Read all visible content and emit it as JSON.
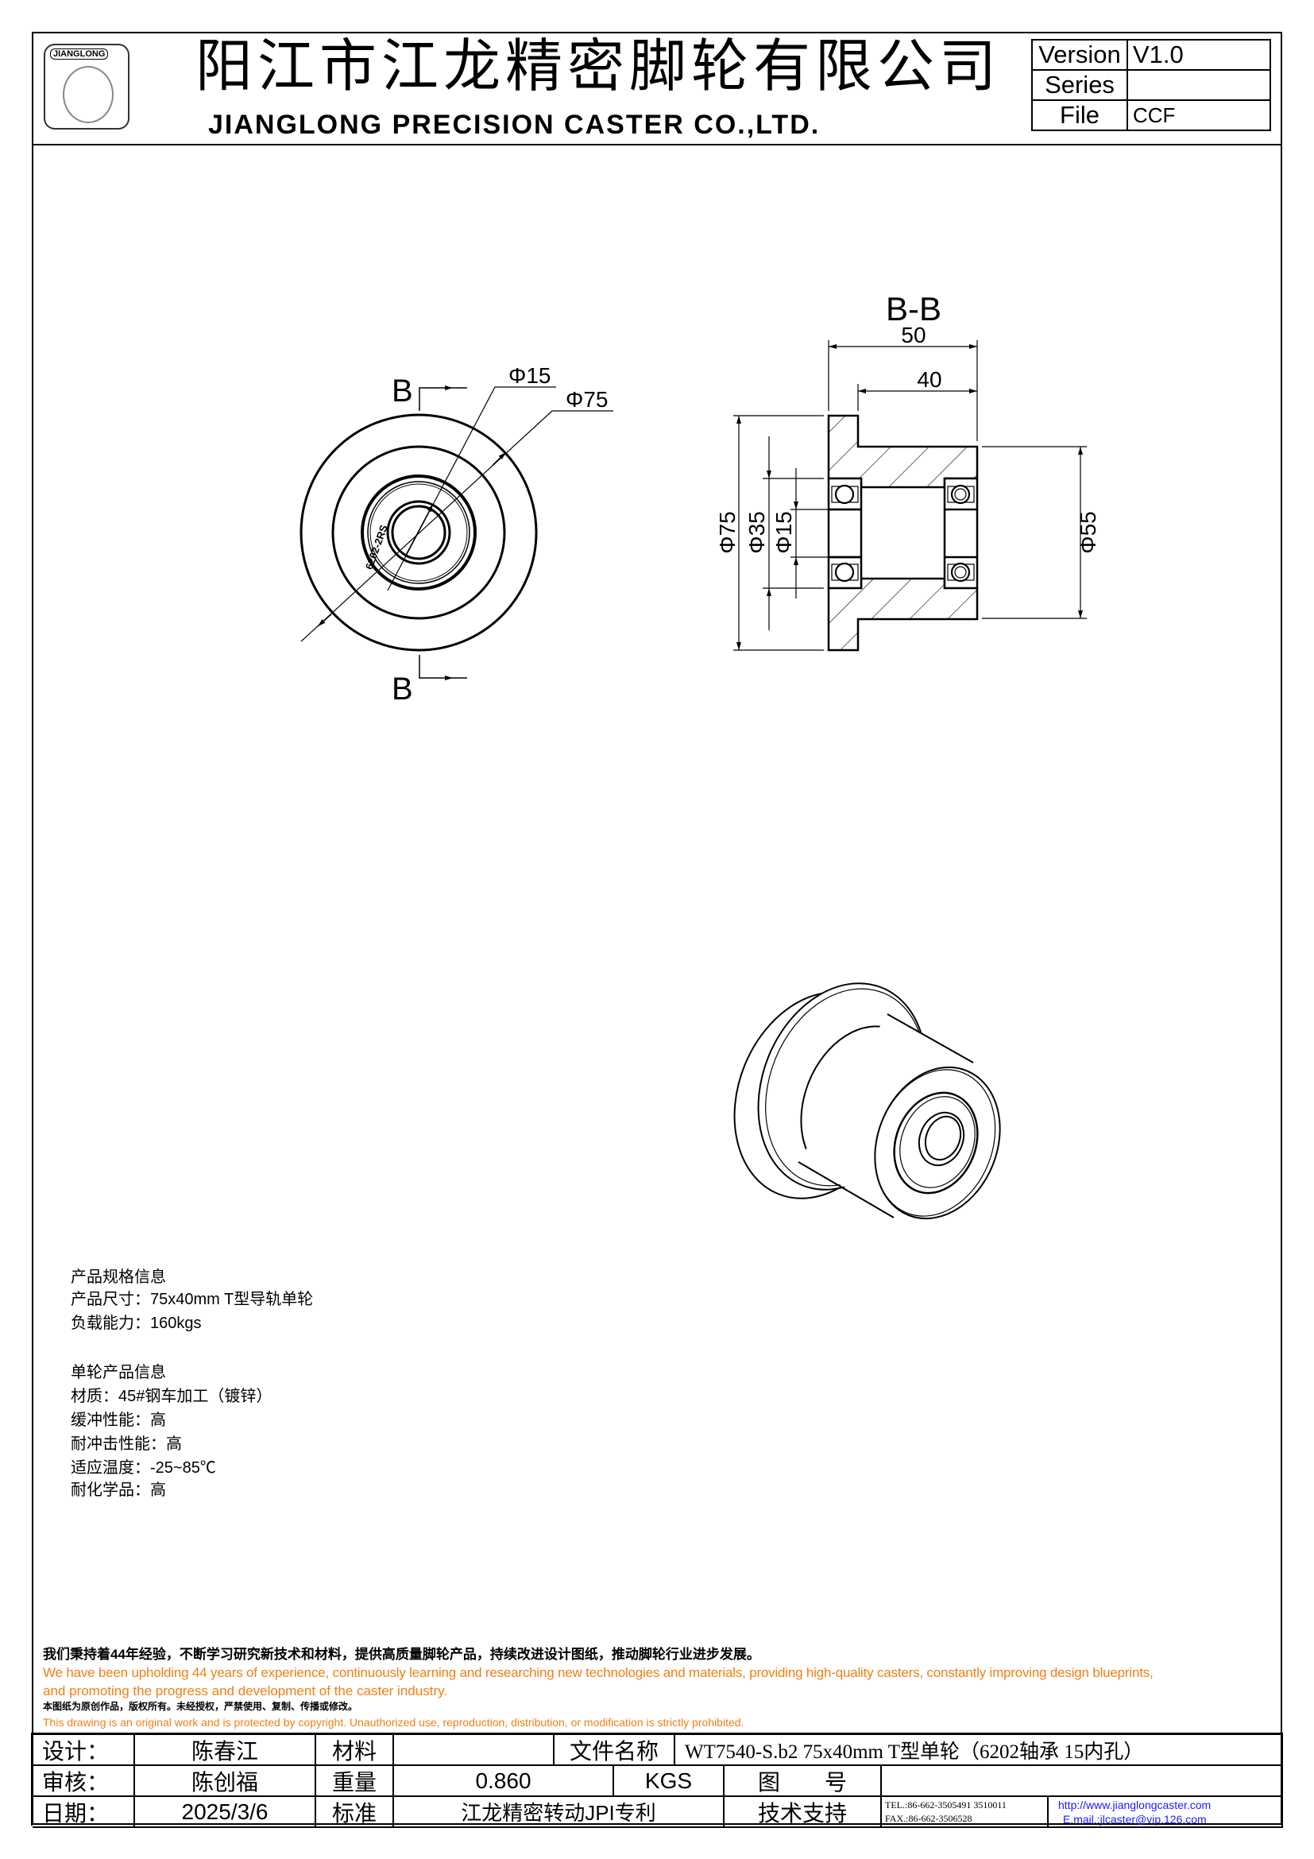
{
  "header": {
    "logo_text": "JIANGLONG",
    "company_cn": "阳江市江龙精密脚轮有限公司",
    "company_en": "JIANGLONG PRECISION CASTER CO.,LTD.",
    "title_block": [
      {
        "label": "Version",
        "value": "V1.0"
      },
      {
        "label": "Series",
        "value": ""
      },
      {
        "label": "File",
        "value": "CCF"
      }
    ]
  },
  "drawing": {
    "front_view": {
      "section_mark_top": "B",
      "section_mark_bottom": "B",
      "dim_bore": "Φ15",
      "dim_outer": "Φ75",
      "bearing_label": "6202-2RS"
    },
    "section_view": {
      "title": "B-B",
      "dim_total_width": "50",
      "dim_body_width": "40",
      "dim_outer_dia": "Φ75",
      "dim_bearing_dia": "Φ35",
      "dim_bore_dia": "Φ15",
      "dim_body_dia": "Φ55"
    }
  },
  "specs": {
    "group1_title": "产品规格信息",
    "size": "产品尺寸：75x40mm T型导轨单轮",
    "load": "负载能力：160kgs",
    "group2_title": "单轮产品信息",
    "material": "材质：45#钢车加工（镀锌）",
    "cushioning": "缓冲性能：高",
    "impact": "耐冲击性能：高",
    "temperature": "适应温度：-25~85℃",
    "chemical": "耐化学品：高"
  },
  "footer_notes": {
    "mission_cn": "我们秉持着44年经验，不断学习研究新技术和材料，提供高质量脚轮产品，持续改进设计图纸，推动脚轮行业进步发展。",
    "mission_en_1": "We have been upholding 44 years of experience, continuously learning and researching new technologies and materials, providing high-quality casters, constantly improving design blueprints,",
    "mission_en_2": "and promoting the progress and development of the caster industry.",
    "copyright_cn": "本图纸为原创作品，版权所有。未经授权，严禁使用、复制、传播或修改。",
    "copyright_en": "This drawing is an original work and is protected by copyright. Unauthorized use, reproduction, distribution, or modification is strictly prohibited."
  },
  "bottom_table": {
    "design_label": "设计：",
    "designer": "陈春江",
    "material_label": "材料",
    "material_value": "",
    "filename_label": "文件名称",
    "filename_value": "WT7540-S.b2 75x40mm T型单轮（6202轴承 15内孔）",
    "review_label": "审核：",
    "reviewer": "陈创福",
    "weight_label": "重量",
    "weight_value": "0.860",
    "weight_unit": "KGS",
    "drawing_no_label": "图　　号",
    "drawing_no_value": "",
    "date_label": "日期：",
    "date_value": "2025/3/6",
    "standard_label": "标准",
    "standard_value": "江龙精密转动JPI专利",
    "support_label": "技术支持",
    "tel": "TEL.:86-662-3505491 3510011",
    "fax": "FAX.:86-662-3506528",
    "website": "http://www.jianglongcaster.com",
    "email": "E.mail.:jlcaster@vip.126.com"
  },
  "colors": {
    "accent_orange": "#f07f16",
    "link_blue": "#1a1aff"
  }
}
